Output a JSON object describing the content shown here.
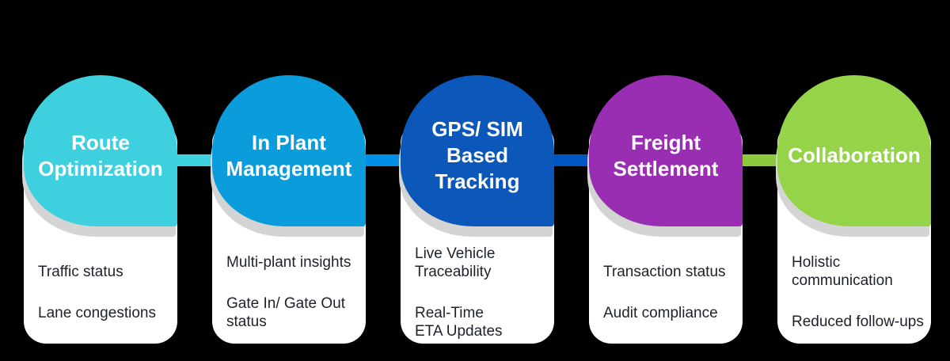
{
  "diagram": {
    "background": "#000000",
    "card_background": "#ffffff",
    "shadow_color": "#d4d4d4",
    "title_text_color": "#ffffff",
    "item_text_color": "#1d2129",
    "cards": [
      {
        "title": "Route Optimization",
        "title_lines": [
          "Route",
          "Optimization"
        ],
        "color": "#3fd0df",
        "items": [
          [
            "Traffic status"
          ],
          [
            "Lane congestions"
          ]
        ]
      },
      {
        "title": "In Plant Management",
        "title_lines": [
          "In Plant",
          "Management"
        ],
        "color": "#0b9ddb",
        "items": [
          [
            "Multi-plant insights"
          ],
          [
            "Gate In/ Gate Out",
            "status"
          ]
        ]
      },
      {
        "title": "GPS/ SIM Based Tracking",
        "title_lines": [
          "GPS/ SIM",
          "Based",
          "Tracking"
        ],
        "color": "#0b57ba",
        "items": [
          [
            "Live Vehicle",
            "Traceability"
          ],
          [
            "Real-Time",
            "ETA Updates"
          ]
        ]
      },
      {
        "title": "Freight Settlement",
        "title_lines": [
          "Freight",
          "Settlement"
        ],
        "color": "#992eb3",
        "items": [
          [
            "Transaction status"
          ],
          [
            "Audit compliance"
          ]
        ]
      },
      {
        "title": "Collaboration",
        "title_lines": [
          "Collaboration"
        ],
        "color": "#95d348",
        "items": [
          [
            "Holistic",
            "communication"
          ],
          [
            "Reduced follow-ups"
          ]
        ]
      }
    ],
    "connectors": [
      {
        "color": "#3ed1e0"
      },
      {
        "color": "#0090e8"
      },
      {
        "color": "#0056c4"
      },
      {
        "color": "#8cc93f"
      }
    ]
  }
}
